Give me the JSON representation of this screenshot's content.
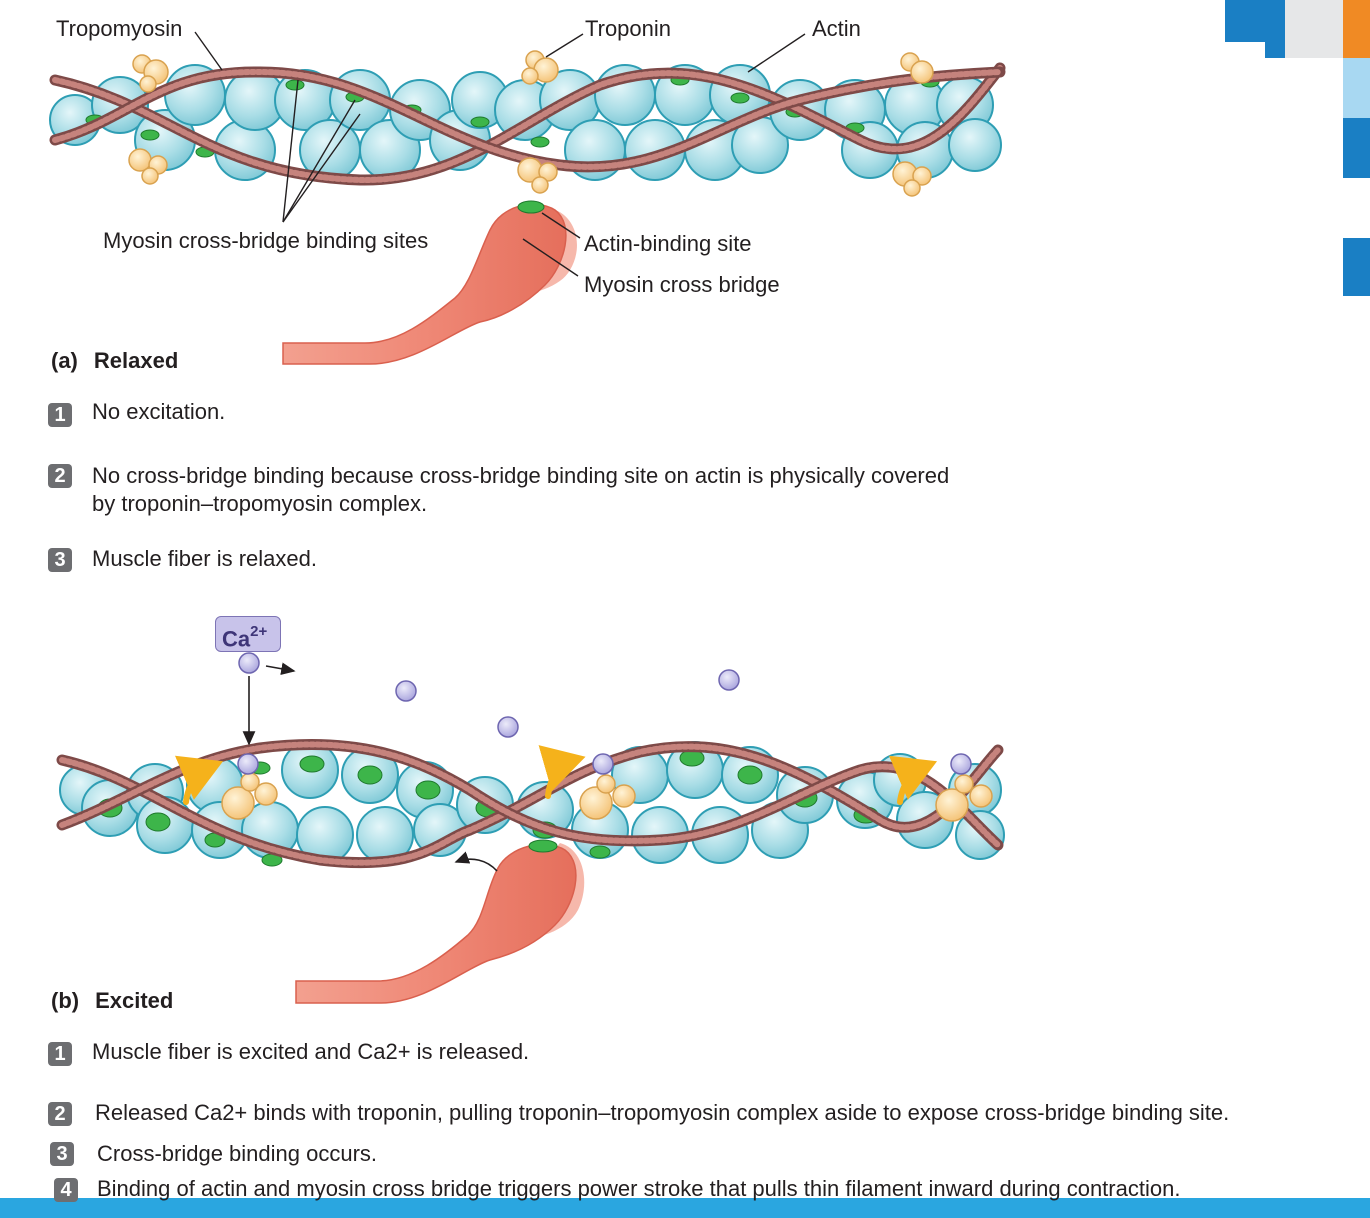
{
  "colors": {
    "actin_fill": "#a9dde6",
    "actin_stroke": "#2e9eb4",
    "binding_site": "#3db54a",
    "tropomyosin": "#b5706c",
    "troponin": "#f8cf85",
    "myosin": "#ef8876",
    "calcium": "#b7b4e4",
    "step_badge": "#6d6e71",
    "accent_arrow": "#f5b21b",
    "bar_blue": "#1a7fc4",
    "bar_orange": "#f08a24"
  },
  "panel_a": {
    "labels": {
      "tropomyosin": "Tropomyosin",
      "troponin": "Troponin",
      "actin": "Actin",
      "myosin_sites": "Myosin cross-bridge binding sites",
      "actin_binding_site": "Actin-binding site",
      "myosin_cross_bridge": "Myosin cross bridge"
    },
    "part": "(a)",
    "title": "Relaxed",
    "steps": [
      {
        "num": "1",
        "text": "No excitation."
      },
      {
        "num": "2",
        "text": "No cross-bridge binding because cross-bridge binding site on actin is physically covered by troponin–tropomyosin complex."
      },
      {
        "num": "3",
        "text": "Muscle fiber is relaxed."
      }
    ]
  },
  "panel_b": {
    "ca_label": "Ca",
    "ca_charge": "2+",
    "part": "(b)",
    "title": "Excited",
    "steps": [
      {
        "num": "1",
        "text": "Muscle fiber is excited and Ca2+ is released."
      },
      {
        "num": "2",
        "text": "Released Ca2+ binds with troponin, pulling troponin–tropomyosin complex aside to expose cross-bridge binding site."
      },
      {
        "num": "3",
        "text": "Cross-bridge binding occurs."
      },
      {
        "num": "4",
        "text": "Binding of actin and myosin cross bridge triggers power stroke that pulls thin filament inward during contraction."
      }
    ]
  }
}
